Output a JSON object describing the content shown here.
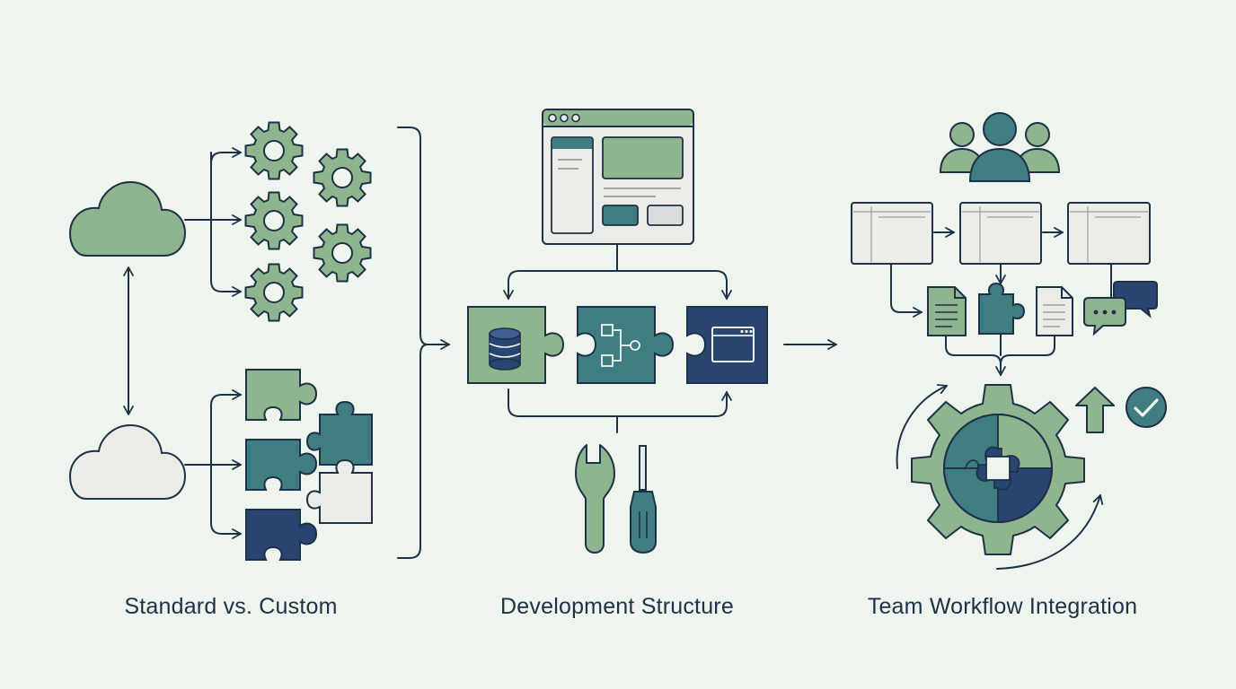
{
  "captions": {
    "standard_vs_custom": "Standard vs. Custom",
    "development_structure": "Development Structure",
    "team_workflow_integration": "Team Workflow Integration"
  },
  "colors": {
    "background": "#eef4ee",
    "ink": "#1d3147",
    "sage": "#8fb58f",
    "teal": "#3f7d80",
    "navy": "#2a4572",
    "paper": "#ebebe7"
  }
}
